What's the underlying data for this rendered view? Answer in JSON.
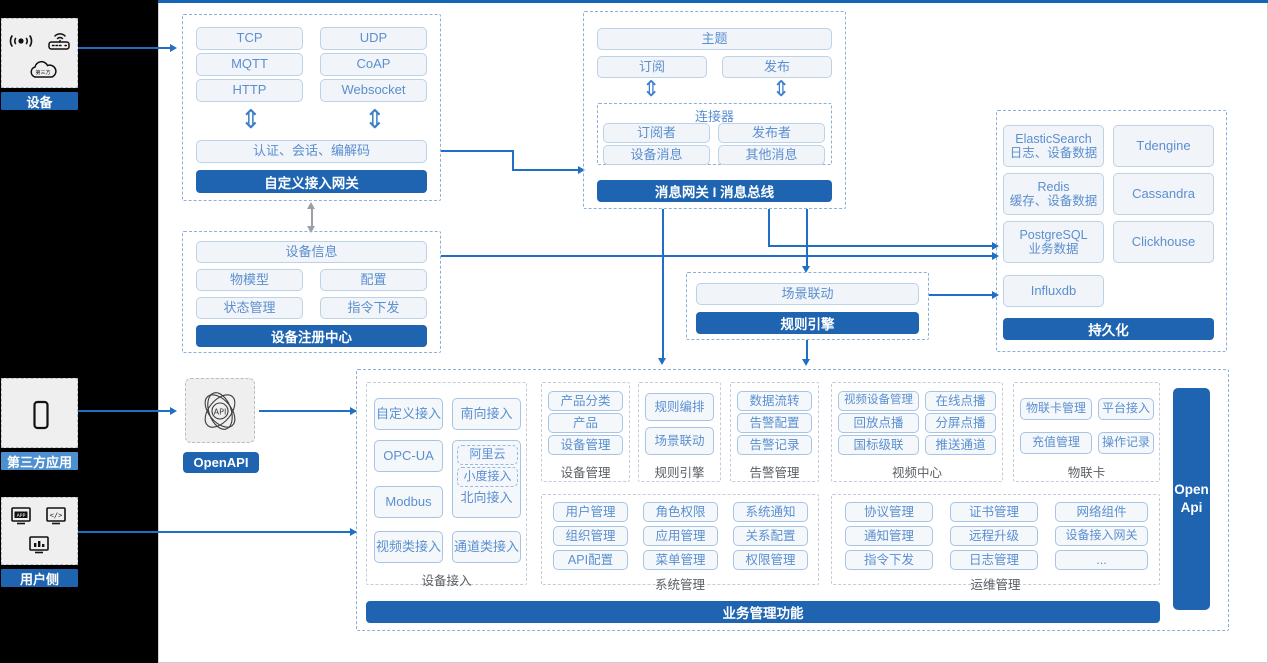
{
  "left_rail": {
    "items": [
      {
        "label": "设备",
        "icons": [
          "wifi-signal-icon",
          "router-icon",
          "cloud-icon"
        ],
        "style": "primary"
      },
      {
        "label": "第三方应用",
        "icons": [
          "mobile-phone-icon"
        ],
        "style": "light"
      },
      {
        "label": "用户侧",
        "icons": [
          "app-window-icon",
          "code-window-icon",
          "dashboard-chart-icon"
        ],
        "style": "primary"
      }
    ]
  },
  "access_gateway": {
    "protocols": [
      "TCP",
      "UDP",
      "MQTT",
      "CoAP",
      "HTTP",
      "Websocket"
    ],
    "middle": "认证、会话、编解码",
    "title": "自定义接入网关"
  },
  "message_gateway": {
    "topic": "主题",
    "subscribe": "订阅",
    "publish": "发布",
    "connector": {
      "title": "连接器",
      "items": [
        "订阅者",
        "发布者",
        "设备消息",
        "其他消息"
      ]
    },
    "title": "消息网关 I 消息总线"
  },
  "persistence": {
    "stores": [
      {
        "name": "ElasticSearch",
        "desc": "日志、设备数据"
      },
      {
        "name": "Tdengine",
        "desc": ""
      },
      {
        "name": "Redis",
        "desc": "缓存、设备数据"
      },
      {
        "name": "Cassandra",
        "desc": ""
      },
      {
        "name": "PostgreSQL",
        "desc": "业务数据"
      },
      {
        "name": "Clickhouse",
        "desc": ""
      },
      {
        "name": "Influxdb",
        "desc": ""
      }
    ],
    "title": "持久化"
  },
  "device_registry": {
    "header": "设备信息",
    "items": [
      "物模型",
      "配置",
      "状态管理",
      "指令下发"
    ],
    "title": "设备注册中心"
  },
  "rule_engine": {
    "item": "场景联动",
    "title": "规则引擎"
  },
  "openapi": {
    "tile_icon": "api-atom-icon",
    "button_label": "OpenAPI",
    "vertical_label": "Open\nApi",
    "vertical_line1": "Open",
    "vertical_line2": "Api"
  },
  "business": {
    "title": "业务管理功能",
    "device_access": {
      "label": "设备接入",
      "chips": [
        "自定义接入",
        "南向接入",
        "OPC-UA",
        "Modbus",
        "视频类接入",
        "通道类接入"
      ],
      "nested": {
        "label": "北向接入",
        "inner": [
          "阿里云",
          "小度接入"
        ]
      }
    },
    "groups_row1": [
      {
        "label": "设备管理",
        "chips": [
          "产品分类",
          "产品",
          "设备管理"
        ]
      },
      {
        "label": "规则引擎",
        "chips": [
          "规则编排",
          "场景联动"
        ]
      },
      {
        "label": "告警管理",
        "chips": [
          "数据流转",
          "告警配置",
          "告警记录"
        ]
      },
      {
        "label": "视频中心",
        "chips": [
          "视频设备管理",
          "在线点播",
          "回放点播",
          "分屏点播",
          "国标级联",
          "推送通道"
        ]
      },
      {
        "label": "物联卡",
        "chips": [
          "物联卡管理",
          "平台接入",
          "充值管理",
          "操作记录"
        ]
      }
    ],
    "groups_row2": [
      {
        "label": "系统管理",
        "chips": [
          "用户管理",
          "角色权限",
          "系统通知",
          "组织管理",
          "应用管理",
          "关系配置",
          "API配置",
          "菜单管理",
          "权限管理"
        ]
      },
      {
        "label": "运维管理",
        "chips": [
          "协议管理",
          "证书管理",
          "网络组件",
          "通知管理",
          "远程升级",
          "设备接入网关",
          "指令下发",
          "日志管理",
          "..."
        ]
      }
    ]
  },
  "colors": {
    "brand_blue": "#1e64b0",
    "accent_line": "#1f6fc4",
    "chip_text": "#5b8fd0",
    "chip_fill": "#f1f4f8",
    "chip_border": "#bed2e6",
    "dashed_border": "#8ab0d8",
    "rail_bg": "#000000",
    "tile_bg": "#efefef"
  }
}
